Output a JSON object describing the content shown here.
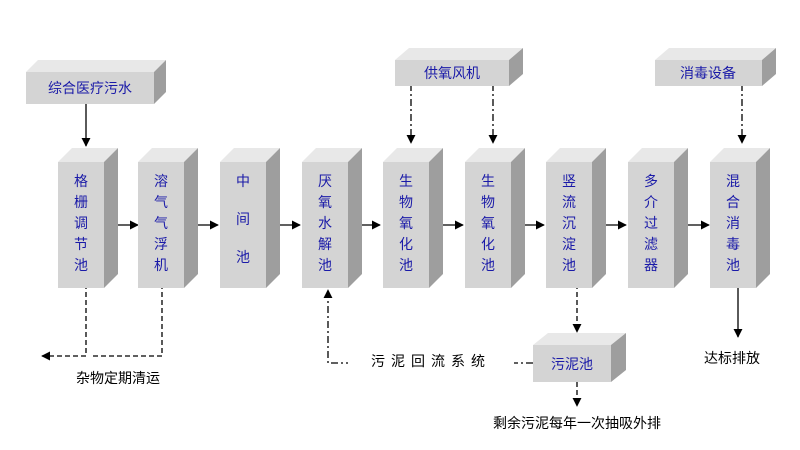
{
  "inputs": {
    "source": "综合医疗污水",
    "blower": "供氧风机",
    "disinfect": "消毒设备"
  },
  "stages": [
    {
      "id": "grid",
      "label": "格栅调节池"
    },
    {
      "id": "flotation",
      "label": "溶气气浮机"
    },
    {
      "id": "intermediate",
      "label": "中间池"
    },
    {
      "id": "anaerobic",
      "label": "厌氧水解池"
    },
    {
      "id": "bio1",
      "label": "生物氧化池"
    },
    {
      "id": "bio2",
      "label": "生物氧化池"
    },
    {
      "id": "settling",
      "label": "竖流沉淀池"
    },
    {
      "id": "filter",
      "label": "多介过滤器"
    },
    {
      "id": "disinfection",
      "label": "混合消毒池"
    }
  ],
  "sludge": {
    "tank": "污泥池",
    "return_label": "污泥回流系统",
    "disposal_note": "剩余污泥每年一次抽吸外排"
  },
  "notes": {
    "debris": "杂物定期清运",
    "discharge": "达标排放"
  },
  "colors": {
    "face": "#d4d4d4",
    "top": "#e8e8e8",
    "side": "#9e9e9e",
    "text": "#1a1aa8"
  }
}
